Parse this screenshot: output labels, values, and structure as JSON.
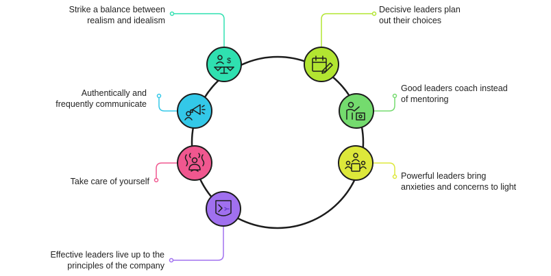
{
  "items": [
    {
      "id": "balance",
      "side": "left",
      "color": "#2fe0b0",
      "icon": "scales-balance-icon",
      "lines": [
        "Strike a balance between",
        "realism and idealism"
      ]
    },
    {
      "id": "communicate",
      "side": "left",
      "color": "#33c8e8",
      "icon": "megaphone-icon",
      "lines": [
        "Authentically and",
        "frequently communicate"
      ]
    },
    {
      "id": "self-care",
      "side": "left",
      "color": "#f0578f",
      "icon": "self-care-icon",
      "lines": [
        "Take care of yourself"
      ]
    },
    {
      "id": "principles",
      "side": "left",
      "color": "#a070ef",
      "icon": "box-shield-icon",
      "lines": [
        "Effective leaders live up to the",
        "principles of the company"
      ]
    },
    {
      "id": "plan",
      "side": "right",
      "color": "#b2e531",
      "icon": "calendar-pencil-icon",
      "lines": [
        "Decisive leaders plan",
        "out their choices"
      ]
    },
    {
      "id": "coach",
      "side": "right",
      "color": "#74db6e",
      "icon": "coach-presentation-icon",
      "lines": [
        "Good leaders coach instead",
        "of mentoring"
      ]
    },
    {
      "id": "concerns",
      "side": "right",
      "color": "#dde83a",
      "icon": "meeting-table-icon",
      "lines": [
        "Powerful leaders bring",
        "anxieties and concerns to light"
      ]
    }
  ]
}
